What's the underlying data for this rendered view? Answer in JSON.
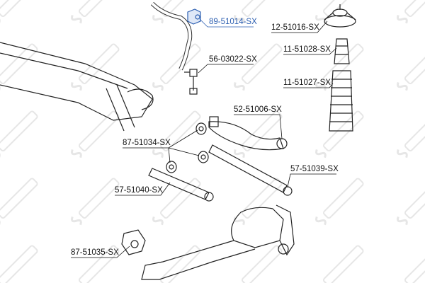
{
  "watermark": "STELLOX",
  "labels": {
    "p1": "89-51014-SX",
    "p2": "12-51016-SX",
    "p3": "11-51028-SX",
    "p4": "56-03022-SX",
    "p5": "11-51027-SX",
    "p6": "52-51006-SX",
    "p7": "87-51034-SX",
    "p8": "57-51039-SX",
    "p9": "57-51040-SX",
    "p10": "87-51035-SX"
  },
  "colors": {
    "highlight": "#2a5db0",
    "line": "#111111",
    "watermark": "#e6e6e6"
  }
}
